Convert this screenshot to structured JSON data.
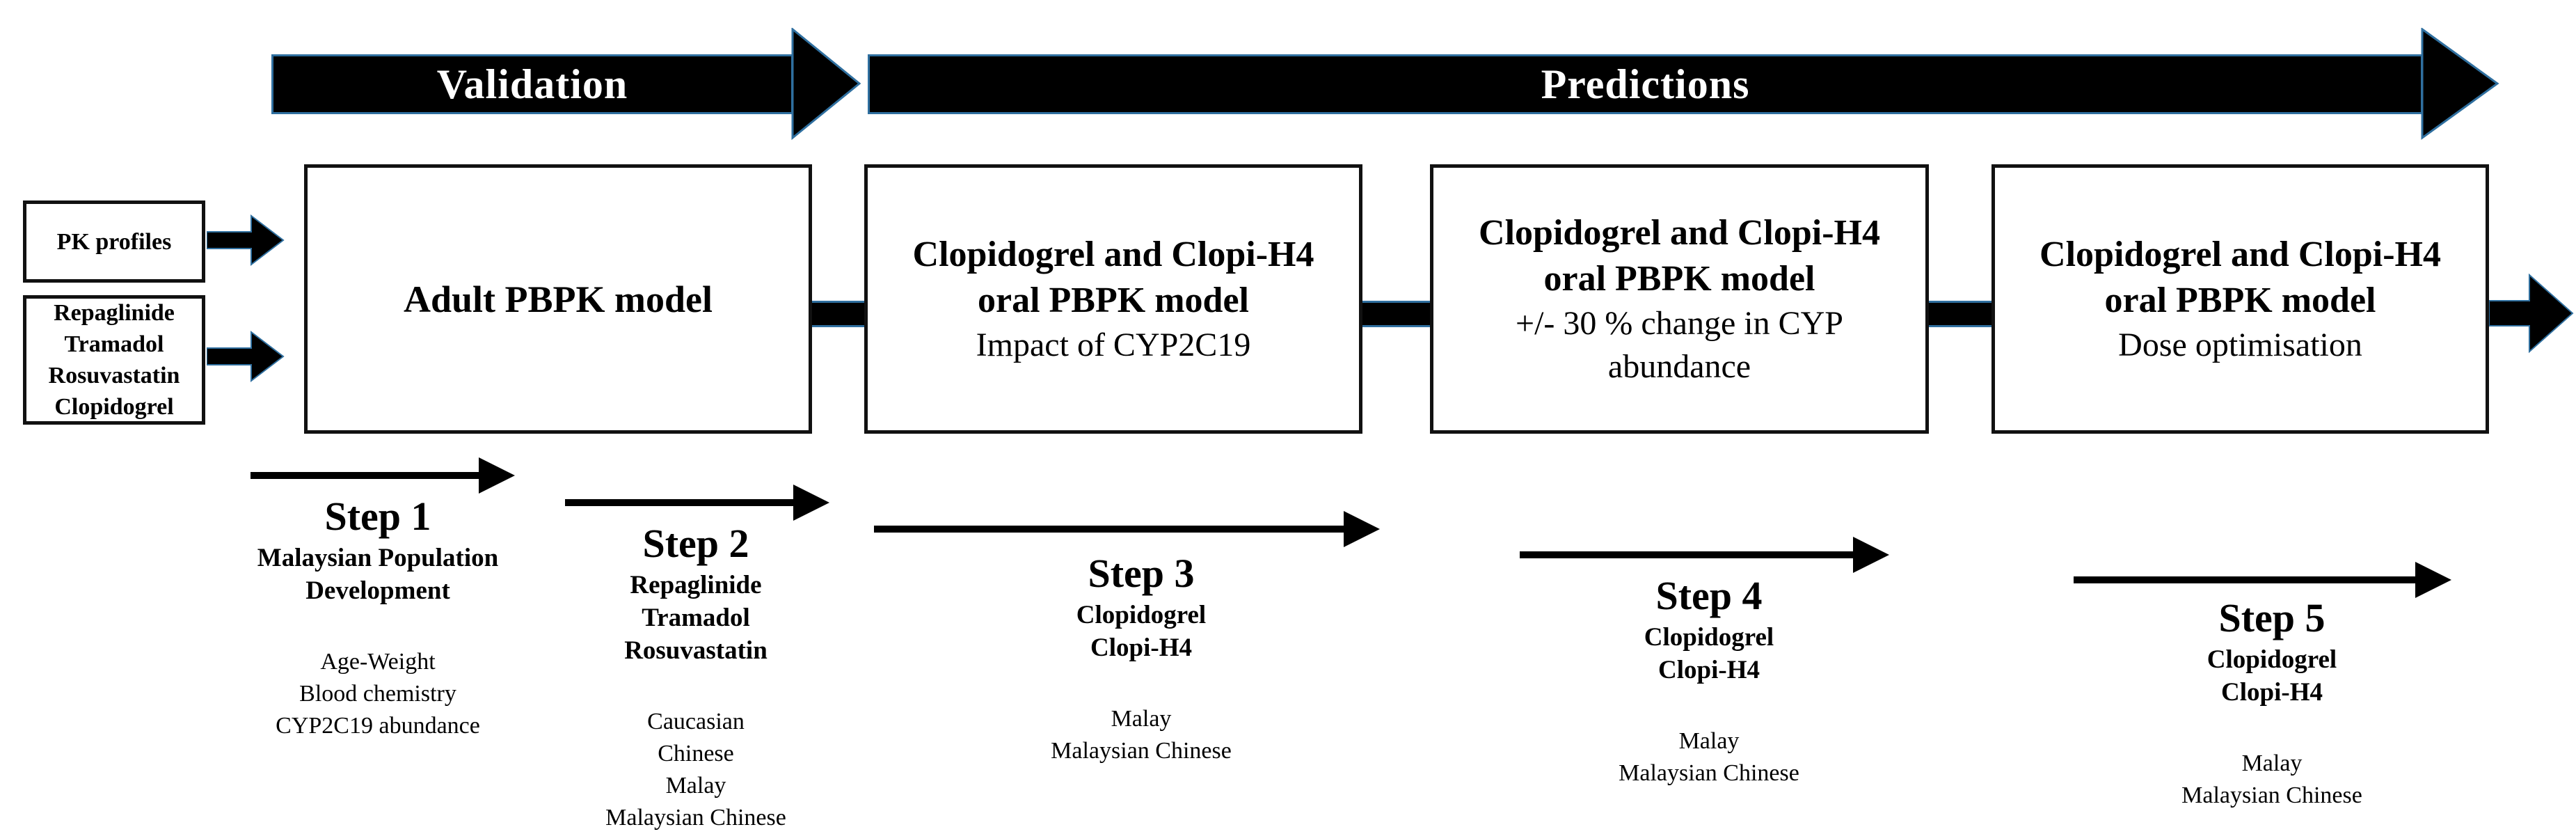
{
  "figure": {
    "phases": [
      {
        "label": "Validation"
      },
      {
        "label": "Predictions"
      }
    ],
    "inputs": [
      {
        "lines": [
          "PK profiles"
        ]
      },
      {
        "lines": [
          "Repaglinide",
          "Tramadol",
          "Rosuvastatin",
          "Clopidogrel"
        ]
      }
    ],
    "models": [
      {
        "title_lines": [
          "Adult PBPK model"
        ],
        "sub_lines": []
      },
      {
        "title_lines": [
          "Clopidogrel and Clopi-H4",
          "oral PBPK model"
        ],
        "sub_lines": [
          "Impact of CYP2C19"
        ]
      },
      {
        "title_lines": [
          "Clopidogrel and Clopi-H4",
          "oral PBPK model"
        ],
        "sub_lines": [
          "+/- 30 % change in CYP",
          "abundance"
        ]
      },
      {
        "title_lines": [
          "Clopidogrel and Clopi-H4",
          "oral PBPK model"
        ],
        "sub_lines": [
          "Dose optimisation"
        ]
      }
    ],
    "steps": [
      {
        "title": "Step 1",
        "bold_lines": [
          "Malaysian Population",
          "Development"
        ],
        "plain_lines": [
          "Age-Weight",
          "Blood chemistry",
          "CYP2C19 abundance"
        ]
      },
      {
        "title": "Step 2",
        "bold_lines": [
          "Repaglinide",
          "Tramadol",
          "Rosuvastatin"
        ],
        "plain_lines": [
          "Caucasian",
          "Chinese",
          "Malay",
          "Malaysian Chinese"
        ]
      },
      {
        "title": "Step 3",
        "bold_lines": [
          "Clopidogrel",
          "Clopi-H4"
        ],
        "plain_lines": [
          "Malay",
          "Malaysian Chinese"
        ]
      },
      {
        "title": "Step 4",
        "bold_lines": [
          "Clopidogrel",
          "Clopi-H4"
        ],
        "plain_lines": [
          "Malay",
          "Malaysian Chinese"
        ]
      },
      {
        "title": "Step 5",
        "bold_lines": [
          "Clopidogrel",
          "Clopi-H4"
        ],
        "plain_lines": [
          "Malay",
          "Malaysian Chinese"
        ]
      }
    ],
    "colors": {
      "arrow_fill": "#000000",
      "arrow_outline": "#2f6f9f",
      "box_border": "#111111",
      "phase_text": "#ffffff",
      "text": "#000000",
      "background": "#ffffff"
    }
  }
}
